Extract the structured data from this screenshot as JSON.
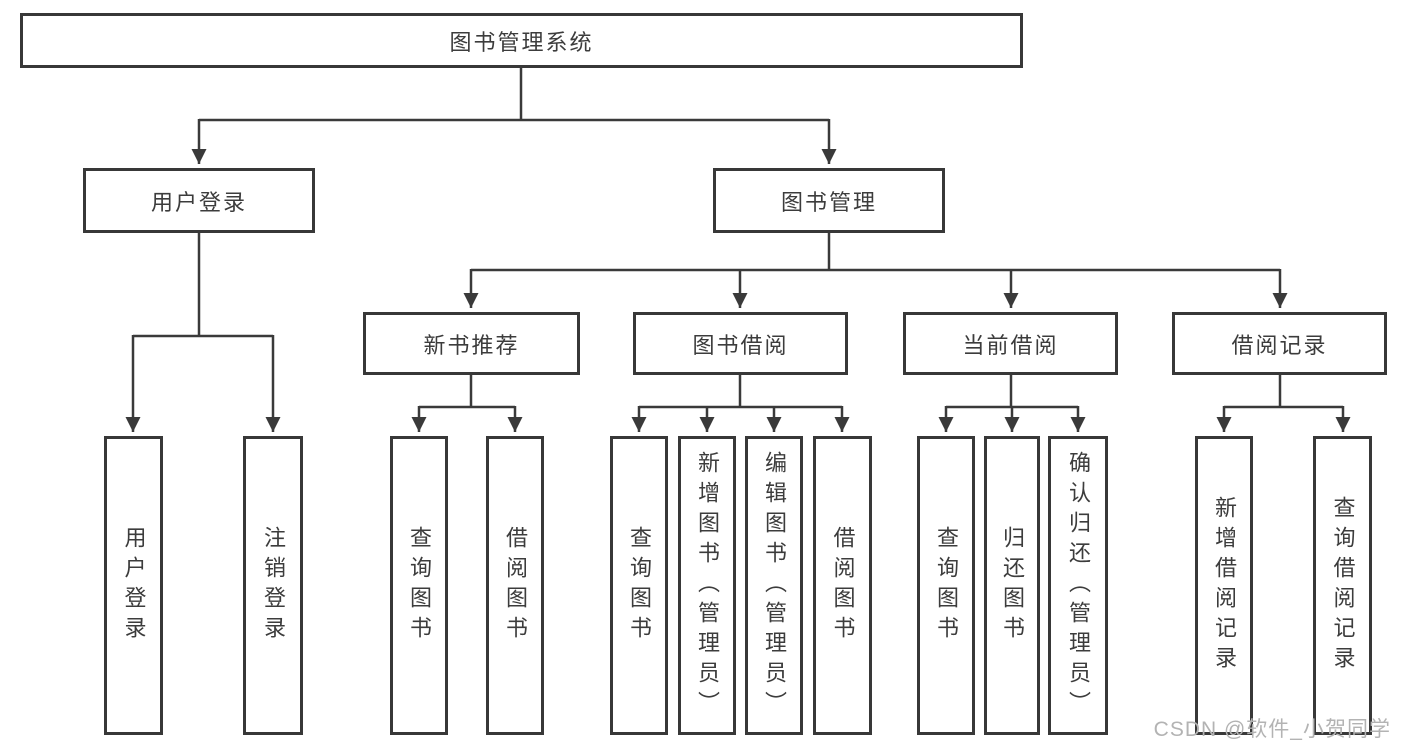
{
  "diagram": {
    "type": "function-structure-tree",
    "colors": {
      "line": "#3a3a3a",
      "box_border": "#383838",
      "text": "#3c3c3c",
      "background": "#ffffff",
      "watermark": "#b3b3b3"
    }
  },
  "tree": {
    "label": "图书管理系统",
    "children": [
      {
        "label": "用户登录",
        "children": [
          {
            "label": "用户登录"
          },
          {
            "label": "注销登录"
          }
        ]
      },
      {
        "label": "图书管理",
        "children": [
          {
            "label": "新书推荐",
            "children": [
              {
                "label": "查询图书"
              },
              {
                "label": "借阅图书"
              }
            ]
          },
          {
            "label": "图书借阅",
            "children": [
              {
                "label": "查询图书"
              },
              {
                "label": "新增图书（管理员）"
              },
              {
                "label": "编辑图书（管理员）"
              },
              {
                "label": "借阅图书"
              }
            ]
          },
          {
            "label": "当前借阅",
            "children": [
              {
                "label": "查询图书"
              },
              {
                "label": "归还图书"
              },
              {
                "label": "确认归还（管理员）"
              }
            ]
          },
          {
            "label": "借阅记录",
            "children": [
              {
                "label": "新增借阅记录"
              },
              {
                "label": "查询借阅记录"
              }
            ]
          }
        ]
      }
    ]
  },
  "watermark": {
    "text": "CSDN @软件_小贺同学"
  }
}
